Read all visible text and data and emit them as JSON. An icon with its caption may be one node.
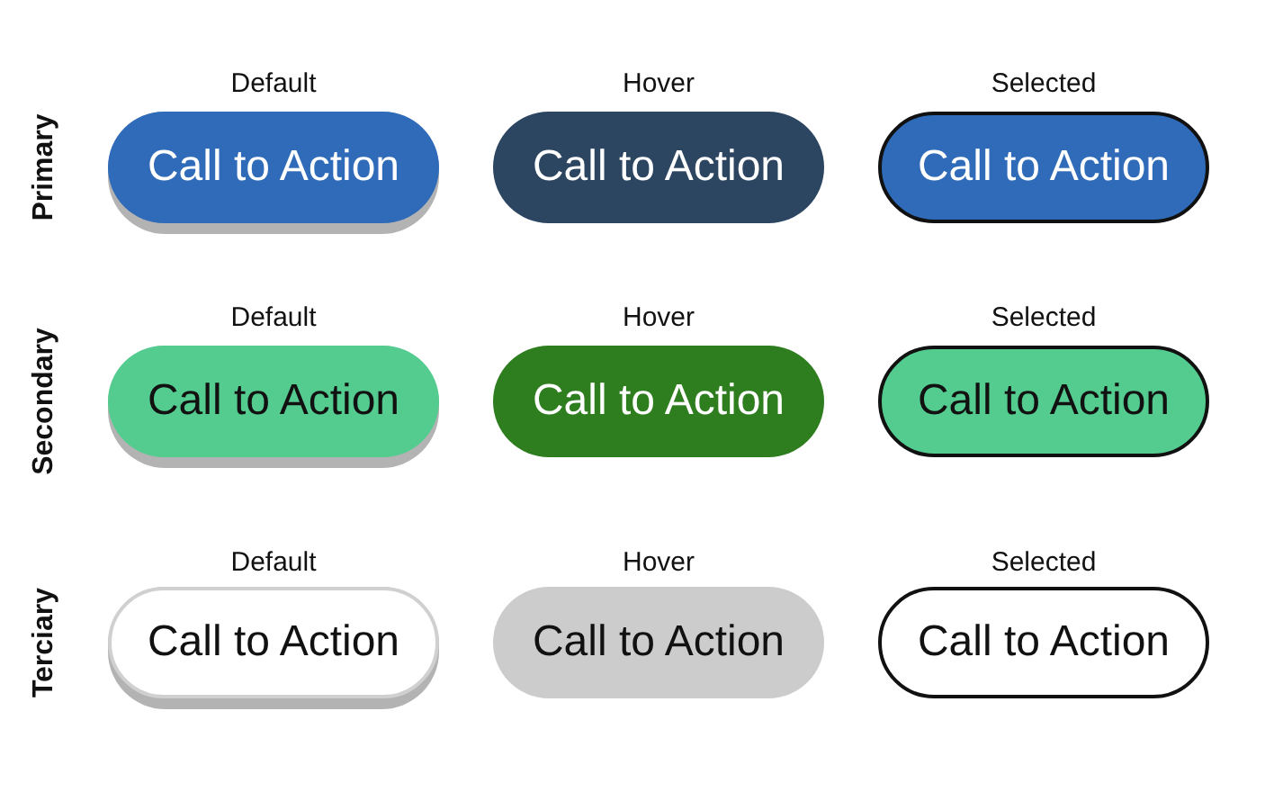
{
  "diagram": {
    "nodes": [
      {
        "text": [
          "Call to Action"
        ],
        "beside": [
          "Default"
        ]
      },
      {
        "text": [
          "Call to Action"
        ],
        "beside": [
          "Hover"
        ]
      },
      {
        "text": [
          "Call to Action"
        ],
        "beside": [
          "Selected"
        ]
      },
      {
        "text": [
          "Call to Action"
        ],
        "beside": [
          "Default"
        ]
      },
      {
        "text": [
          "Call to Action"
        ],
        "beside": [
          "Hover"
        ]
      },
      {
        "text": [
          "Call to Action"
        ],
        "beside": [
          "Selected"
        ]
      },
      {
        "text": [
          "Call to Action"
        ],
        "beside": [
          "Default"
        ]
      },
      {
        "text": [
          "Call to Action"
        ],
        "beside": [
          "Hover"
        ]
      },
      {
        "text": [
          "Call to Action"
        ],
        "beside": [
          "Selected"
        ]
      }
    ],
    "labels": [
      "Primary",
      "Secondary",
      "Terciary"
    ]
  }
}
